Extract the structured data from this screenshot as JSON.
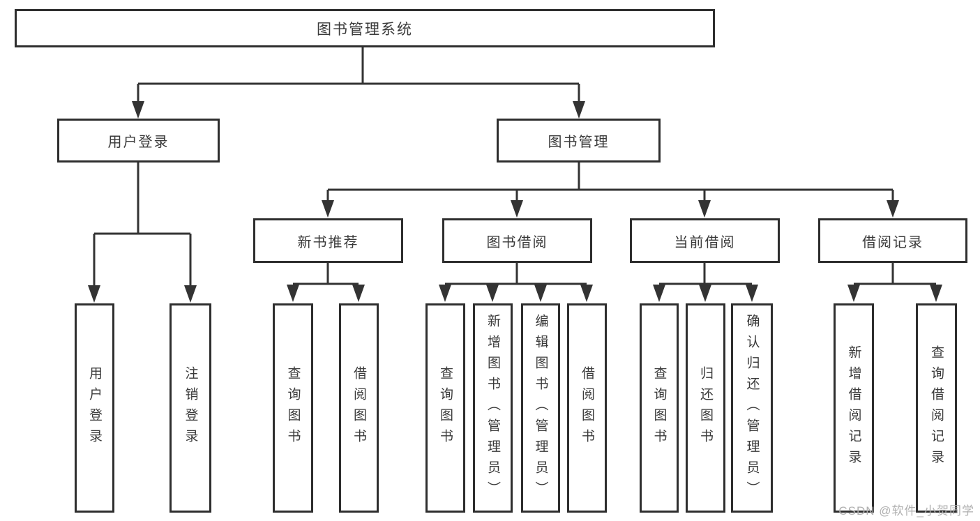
{
  "colors": {
    "line": "#333333",
    "box_border": "#2e2e2e",
    "text": "#3a3a3a",
    "background": "#ffffff",
    "watermark": "#b0b0b0"
  },
  "watermark": {
    "text": "CSDN @软件_小贺同学"
  },
  "tree": {
    "root": {
      "label": "图书管理系统"
    },
    "branches": [
      {
        "label": "用户登录",
        "children": [
          {
            "label": "用户登录"
          },
          {
            "label": "注销登录"
          }
        ]
      },
      {
        "label": "图书管理",
        "children": [
          {
            "label": "新书推荐",
            "children": [
              {
                "label": "查询图书"
              },
              {
                "label": "借阅图书"
              }
            ]
          },
          {
            "label": "图书借阅",
            "children": [
              {
                "label": "查询图书"
              },
              {
                "label": "新增图书（管理员）"
              },
              {
                "label": "编辑图书（管理员）"
              },
              {
                "label": "借阅图书"
              }
            ]
          },
          {
            "label": "当前借阅",
            "children": [
              {
                "label": "查询图书"
              },
              {
                "label": "归还图书"
              },
              {
                "label": "确认归还（管理员）"
              }
            ]
          },
          {
            "label": "借阅记录",
            "children": [
              {
                "label": "新增借阅记录"
              },
              {
                "label": "查询借阅记录"
              }
            ]
          }
        ]
      }
    ]
  }
}
